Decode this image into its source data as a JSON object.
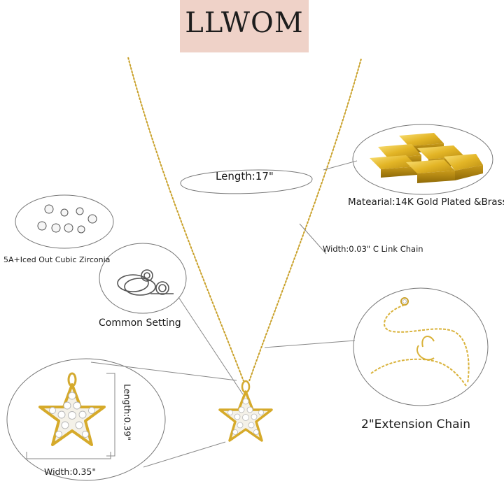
{
  "brand": {
    "name": "LLWOM",
    "background": "#efd2c8"
  },
  "labels": {
    "chain_length": "Length:17\"",
    "material": "Matearial:14K Gold Plated &Brass",
    "chain_width": "Width:0.03\" C Link Chain",
    "stones": "5A+Iced Out Cubic Zirconia",
    "setting": "Common Setting",
    "extension": "2\"Extension Chain",
    "pendant_length": "Length:0.39\"",
    "pendant_width": "Width:0.35\""
  },
  "colors": {
    "gold": "#d8b13a",
    "gold_light": "#f2d561",
    "line": "#8a8a8a",
    "text": "#1a1a1a"
  },
  "icons": {
    "gold_bars": "gold-bars-icon",
    "zirconia": "zirconia-stones-icon",
    "setting": "ring-prong-setting-icon",
    "extension": "extension-chain-icon",
    "pendant": "star-pendant-icon"
  }
}
